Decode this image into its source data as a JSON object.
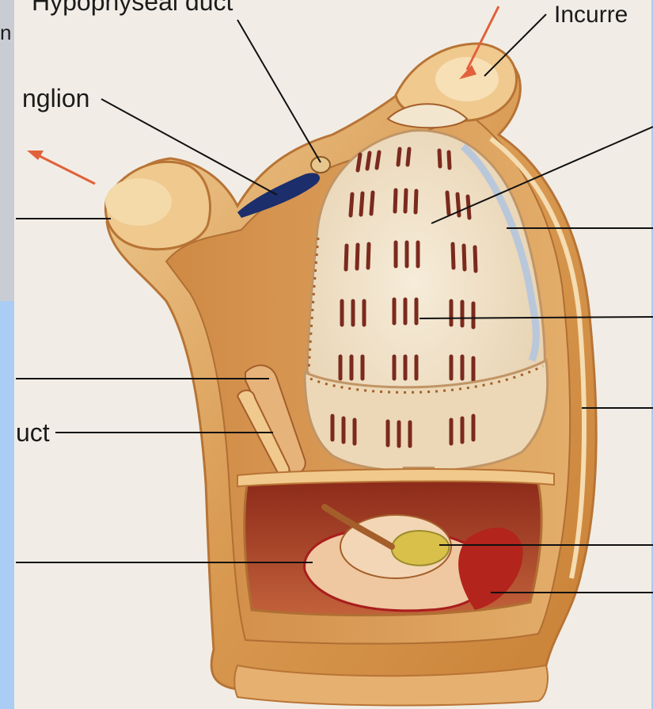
{
  "labels": {
    "top_center": "Hypophyseal duct",
    "top_right": "Incurre",
    "left_upper": "nglion",
    "left_top_fragment": "n",
    "left_middle": "uct"
  },
  "colors": {
    "frame_blue": "#a9cdf4",
    "paper": "#f1ede6",
    "body_orange": "#d99a52",
    "body_light": "#efc98e",
    "pharynx_cream": "#f3e6cf",
    "gill_slit": "#7b2a1e",
    "gut_red": "#a81d1d",
    "gonad_yellow": "#d8c04a",
    "vessel_blue": "#b9c7da"
  },
  "icons": {
    "water_in_arrow": "arrow-in-icon",
    "water_out_arrow": "arrow-out-icon"
  }
}
